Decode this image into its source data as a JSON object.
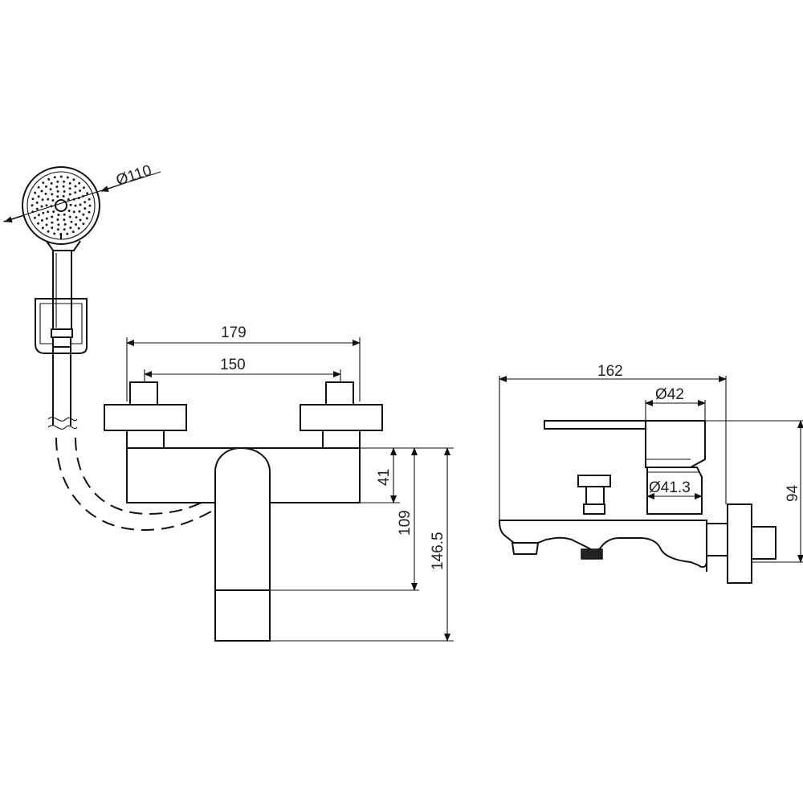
{
  "dimensions": {
    "showerhead_diameter": "Ø110",
    "outer_width": "179",
    "center_distance": "150",
    "body_height": "41",
    "spout_height": "109",
    "total_height": "146.5",
    "side_depth": "162",
    "handle_diameter": "Ø42",
    "cartridge_diameter": "Ø41.3",
    "side_height": "94"
  },
  "colors": {
    "line": "#111111",
    "background": "#ffffff"
  }
}
